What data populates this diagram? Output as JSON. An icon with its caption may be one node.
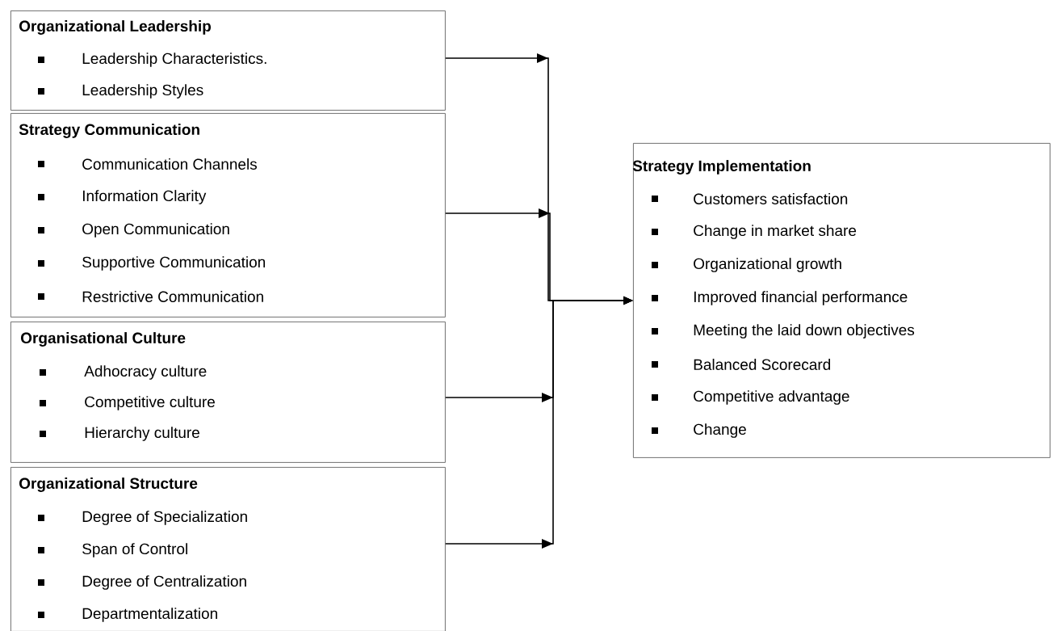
{
  "diagram": {
    "nodes": [
      {
        "text": [
          "Organizational Leadership",
          "Leadership Characteristics.",
          "Leadership Styles"
        ]
      },
      {
        "text": [
          "Strategy Communication",
          "Communication Channels",
          "Information Clarity",
          "Open Communication",
          "Supportive Communication",
          "Restrictive Communication"
        ]
      },
      {
        "text": [
          "Organisational Culture",
          "Adhocracy culture",
          "Competitive culture",
          "Hierarchy culture"
        ]
      },
      {
        "text": [
          "Organizational Structure",
          "Degree of Specialization",
          "Span of Control",
          "Degree of Centralization",
          "Departmentalization"
        ]
      },
      {
        "text": [
          "Strategy Implementation",
          "Customers satisfaction",
          "Change in market share",
          "Organizational growth",
          "Improved financial performance",
          "Meeting the laid down objectives",
          "Balanced Scorecard",
          "Competitive advantage",
          "Change"
        ]
      }
    ],
    "edges": [
      {
        "from": 0,
        "to": 4,
        "arrow": "to"
      },
      {
        "from": 1,
        "to": 4,
        "arrow": "to"
      },
      {
        "from": 2,
        "to": 4,
        "arrow": "to"
      },
      {
        "from": 3,
        "to": 4,
        "arrow": "to"
      }
    ]
  }
}
